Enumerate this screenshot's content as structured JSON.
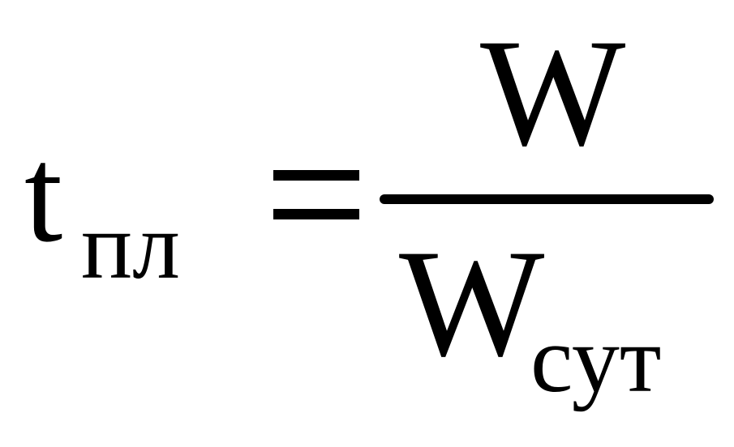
{
  "formula": {
    "lhs": {
      "symbol": "t",
      "subscript": "пл"
    },
    "operator": "=",
    "rhs": {
      "numerator": "W",
      "denominator": {
        "symbol": "W",
        "subscript": "сут"
      }
    }
  },
  "colors": {
    "ink": "#000000",
    "background": "#ffffff"
  }
}
